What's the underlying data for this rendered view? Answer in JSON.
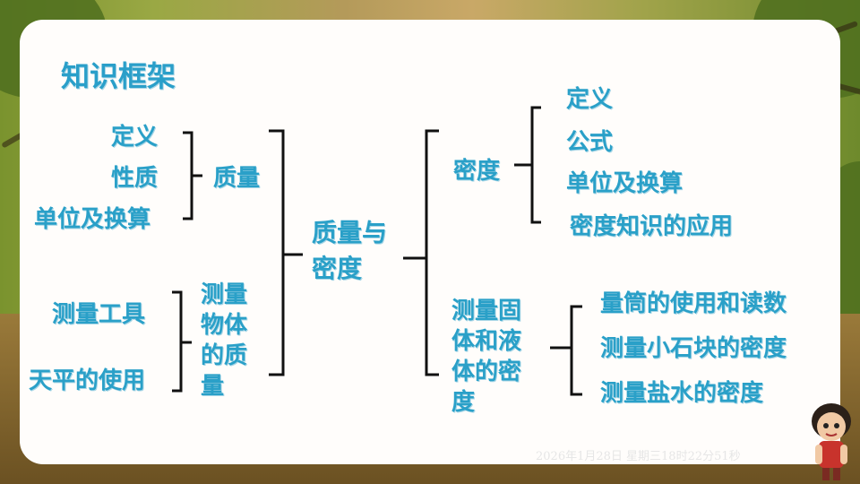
{
  "title": "知识框架",
  "left_top": {
    "items": [
      "定义",
      "性质",
      "单位及换算"
    ],
    "label": "质量"
  },
  "left_bottom": {
    "items": [
      "测量工具",
      "天平的使用"
    ],
    "label": "测量\n物体\n的质\n量"
  },
  "center": "质量与\n密度",
  "right_top": {
    "label": "密度",
    "items": [
      "定义",
      "公式",
      "单位及换算",
      "密度知识的应用"
    ]
  },
  "right_bottom": {
    "label": "测量固\n体和液\n体的密\n度",
    "items": [
      "量筒的使用和读数",
      "测量小石块的密度",
      "测量盐水的密度"
    ]
  },
  "watermark": "2026年1月28日 星期三18时22分51秒",
  "colors": {
    "accent": "#2aa0c8",
    "bracket": "#111111",
    "card": "#fffdfb"
  }
}
